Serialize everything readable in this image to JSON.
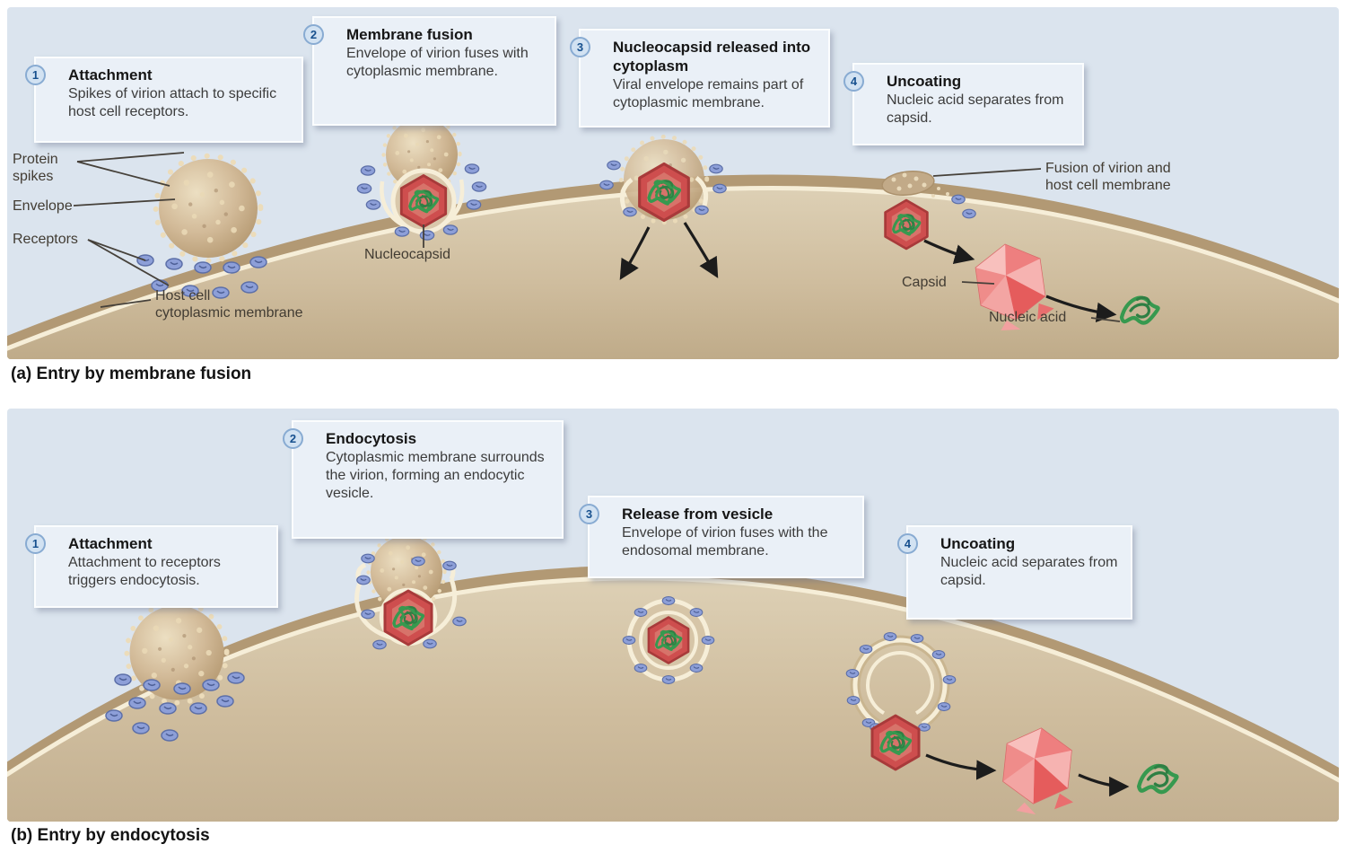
{
  "figure": {
    "panel_a": {
      "caption": "(a) Entry by membrane fusion",
      "steps": [
        {
          "num": "1",
          "title": "Attachment",
          "body": "Spikes of virion attach to specific host cell receptors."
        },
        {
          "num": "2",
          "title": "Membrane fusion",
          "body": "Envelope of virion fuses with cytoplasmic membrane."
        },
        {
          "num": "3",
          "title": "Nucleocapsid released into cytoplasm",
          "body": "Viral envelope remains part of cytoplasmic membrane."
        },
        {
          "num": "4",
          "title": "Uncoating",
          "body": "Nucleic acid separates from capsid."
        }
      ],
      "labels": {
        "protein_spikes": [
          "Protein",
          "spikes"
        ],
        "envelope": [
          "Envelope"
        ],
        "receptors": [
          "Receptors"
        ],
        "nucleocapsid": [
          "Nucleocapsid"
        ],
        "host_cell_membrane": [
          "Host cell",
          "cytoplasmic membrane"
        ],
        "fusion_of_virion": [
          "Fusion of virion and",
          "host cell membrane"
        ],
        "capsid": [
          "Capsid"
        ],
        "nucleic_acid": [
          "Nucleic acid"
        ]
      }
    },
    "panel_b": {
      "caption": "(b) Entry by endocytosis",
      "steps": [
        {
          "num": "1",
          "title": "Attachment",
          "body": "Attachment to receptors triggers endocytosis."
        },
        {
          "num": "2",
          "title": "Endocytosis",
          "body": "Cytoplasmic membrane surrounds the virion, forming an endocytic vesicle."
        },
        {
          "num": "3",
          "title": "Release from vesicle",
          "body": "Envelope of virion fuses with the endosomal membrane."
        },
        {
          "num": "4",
          "title": "Uncoating",
          "body": "Nucleic acid separates from capsid."
        }
      ]
    },
    "colors": {
      "extracellular_blue": "#dbe4ee",
      "cell_interior_tan": "#cdbb9c",
      "membrane_cream": "#f6eed8",
      "capsid_red": "#ce4e4e",
      "empty_capsid_pink": "#f0969a",
      "nucleic_acid_green": "#37994f",
      "receptor_blue": "#8d9fd8",
      "step_number_blue": "#17508e",
      "step_box_bg": "#eaf0f7"
    }
  }
}
